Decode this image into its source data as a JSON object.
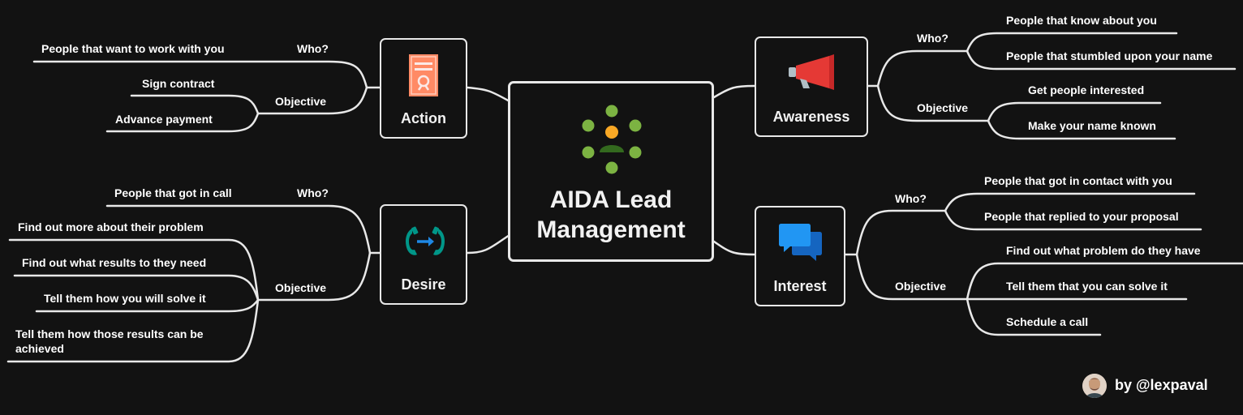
{
  "center": {
    "title": "AIDA Lead Management"
  },
  "action": {
    "label": "Action",
    "who_label": "Who?",
    "who_items": [
      "People that want to work with you"
    ],
    "objective_label": "Objective",
    "objective_items": [
      "Sign contract",
      "Advance payment"
    ]
  },
  "desire": {
    "label": "Desire",
    "who_label": "Who?",
    "who_items": [
      "People that got in call"
    ],
    "objective_label": "Objective",
    "objective_items": [
      "Find out more about their problem",
      "Find out what results to they need",
      "Tell them how you will solve it",
      "Tell them how those results can be achieved"
    ]
  },
  "awareness": {
    "label": "Awareness",
    "who_label": "Who?",
    "who_items": [
      "People that know about you",
      "People that stumbled upon your name"
    ],
    "objective_label": "Objective",
    "objective_items": [
      "Get people interested",
      "Make your name known"
    ]
  },
  "interest": {
    "label": "Interest",
    "who_label": "Who?",
    "who_items": [
      "People that got in contact with you",
      "People that replied to your proposal"
    ],
    "objective_label": "Objective",
    "objective_items": [
      "Find out what problem do they have",
      "Tell them that you can solve it",
      "Schedule a call"
    ]
  },
  "footer": {
    "credit": "by @lexpaval"
  },
  "colors": {
    "background": "#121212",
    "line": "#e8e8e8",
    "dot_green": "#7cb342",
    "dot_orange": "#f9a825",
    "figure_green": "#33691e",
    "megaphone_red": "#e53935",
    "certificate_orange": "#ff8a65",
    "phone_teal": "#009688",
    "chat_blue": "#1e88e5"
  }
}
